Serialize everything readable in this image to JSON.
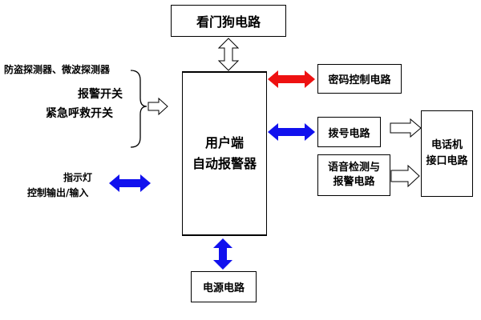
{
  "nodes": {
    "watchdog": "看门狗电路",
    "main_line1": "用户端",
    "main_line2": "自动报警器",
    "password": "密码控制电路",
    "dial": "拨号电路",
    "voice_line1": "语音检测与",
    "voice_line2": "报警电路",
    "phone_line1": "电话机",
    "phone_line2": "接口电路",
    "power": "电源电路"
  },
  "inputs": {
    "detectors": "防盗探测器、微波探测器",
    "alarm_switch": "报警开关",
    "emergency_switch": "紧急呼救开关",
    "indicator_line1": "指示灯",
    "indicator_line2": "控制输出/输入"
  },
  "colors": {
    "red_arrow": "#ee1111",
    "blue_arrow": "#1111ee",
    "outline_arrow": "#ffffff"
  }
}
